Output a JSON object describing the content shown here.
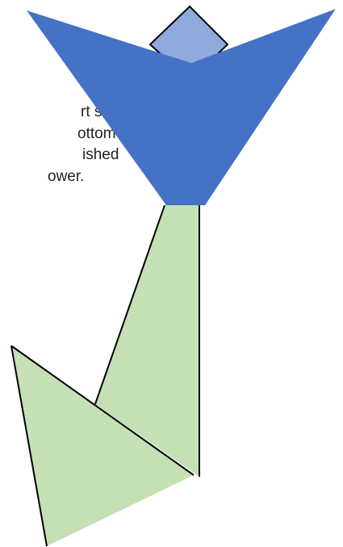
{
  "caption": {
    "lines": [
      "rt stem",
      "ottom of",
      "ished",
      "ower."
    ]
  },
  "colors": {
    "petal_blue": "#4472C4",
    "petal_light_blue": "#8FAADC",
    "stem_green": "#C5E0B4",
    "outline": "#000000",
    "text": "#222222"
  },
  "icons": [
    "flower-petals",
    "flower-stem",
    "leaf"
  ]
}
